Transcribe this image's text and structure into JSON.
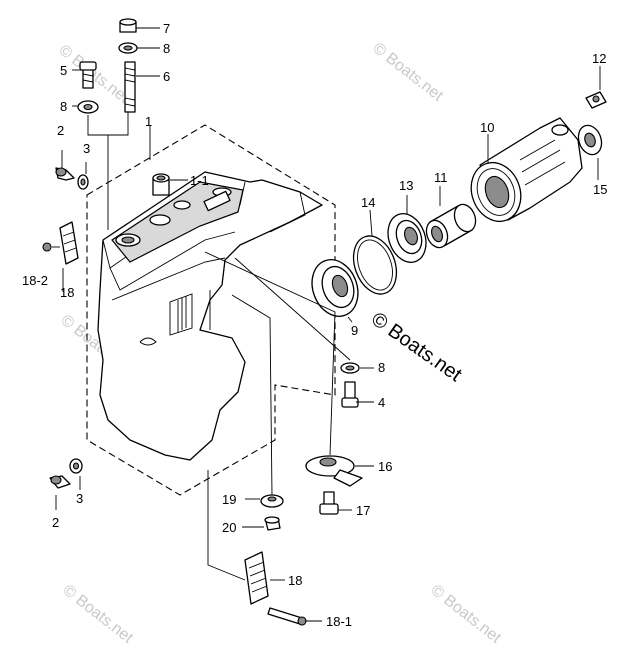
{
  "watermark": "© Boats.net",
  "callouts": {
    "c1": "1",
    "c1_1": "1-1",
    "c2a": "2",
    "c2b": "2",
    "c3a": "3",
    "c3b": "3",
    "c4": "4",
    "c5": "5",
    "c6": "6",
    "c7": "7",
    "c8a": "8",
    "c8b": "8",
    "c8c": "8",
    "c9": "9",
    "c10": "10",
    "c11": "11",
    "c12": "12",
    "c13": "13",
    "c14": "14",
    "c15": "15",
    "c16": "16",
    "c17": "17",
    "c18a": "18",
    "c18_2": "18-2",
    "c18b": "18",
    "c18_1": "18-1",
    "c19": "19",
    "c20": "20"
  }
}
